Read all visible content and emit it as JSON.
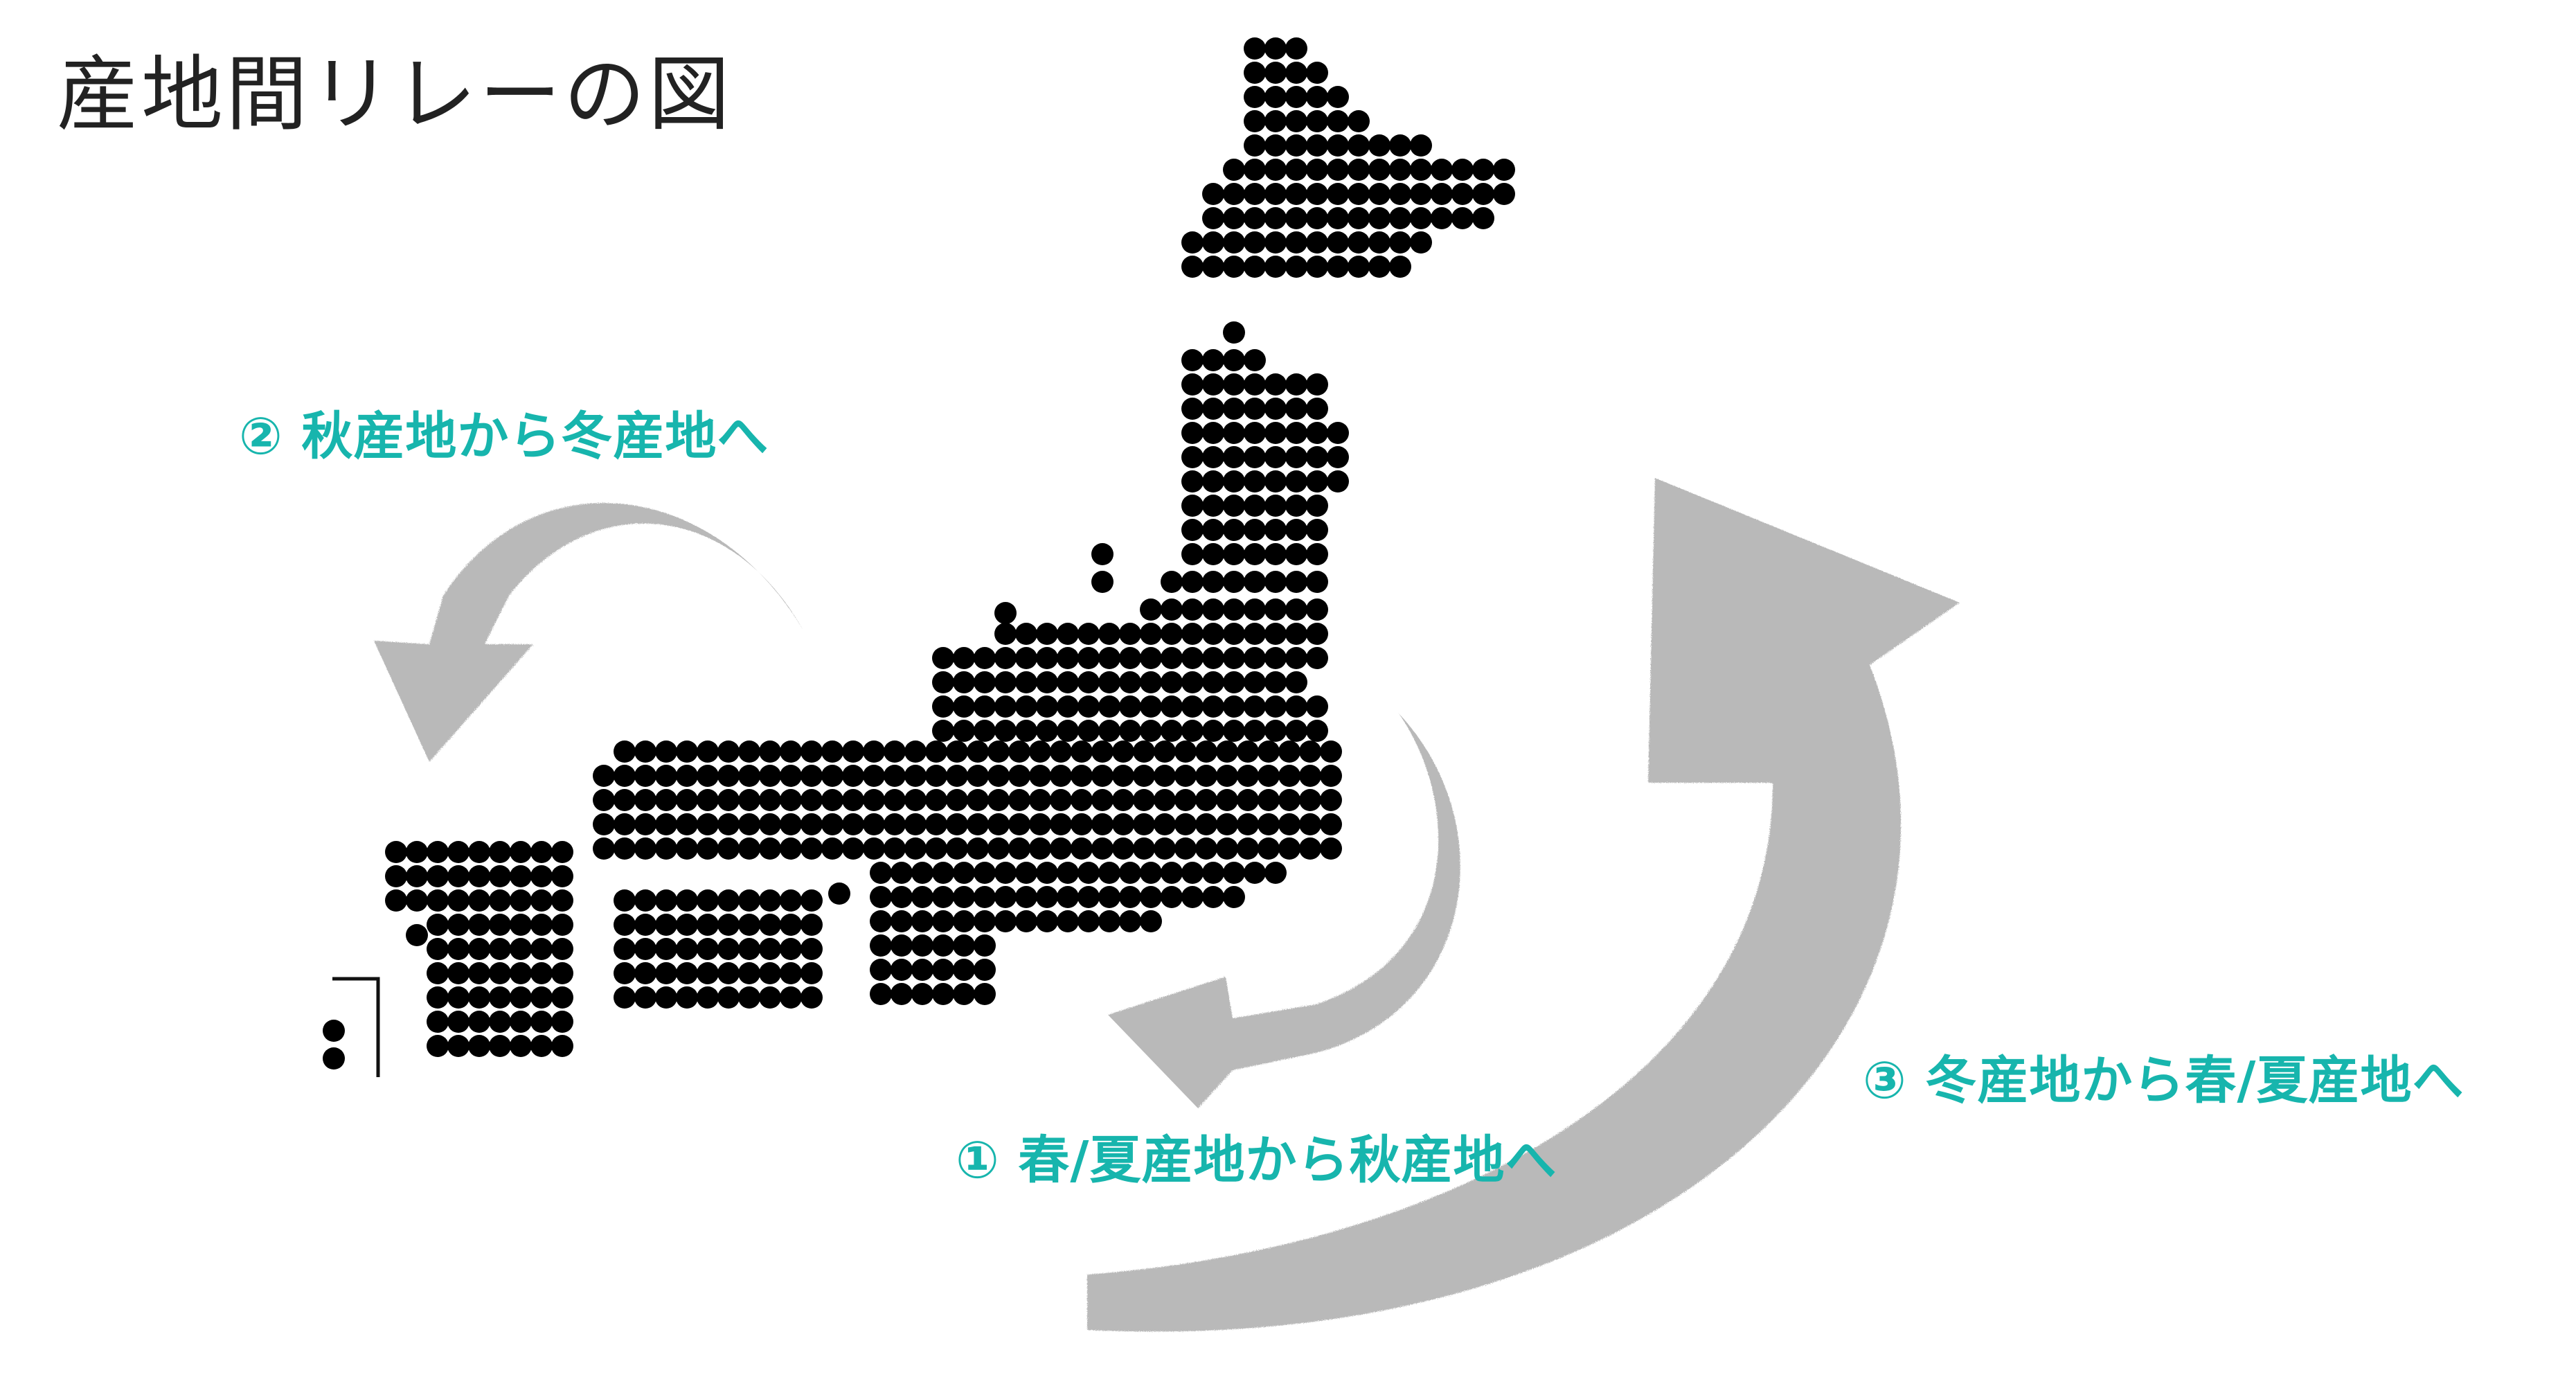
{
  "title": "産地間リレーの図",
  "steps": [
    {
      "label": "① 春/夏産地から秋産地へ"
    },
    {
      "label": "② 秋産地から冬産地へ"
    },
    {
      "label": "③ 冬産地から春/夏産地へ"
    }
  ],
  "colors": {
    "label": "#17b5ad",
    "arrow": "#b9b9b9",
    "map_dot": "#000000",
    "title": "#222222"
  },
  "map": {
    "icon": "japan-dot-map"
  }
}
